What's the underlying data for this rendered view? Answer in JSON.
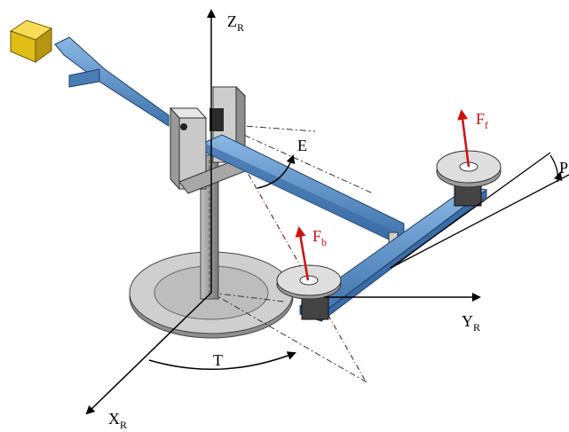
{
  "labels": {
    "z_axis": {
      "main": "Z",
      "sub": "R"
    },
    "y_axis": {
      "main": "Y",
      "sub": "R"
    },
    "x_axis": {
      "main": "X",
      "sub": "R"
    },
    "elevation": "E",
    "travel": "T",
    "pitch_partial": "P",
    "force_front": {
      "main": "F",
      "sub": "f"
    },
    "force_back": {
      "main": "F",
      "sub": "b"
    }
  },
  "colors": {
    "force_arrow": "#cc1111",
    "beam_blue": "#5f93c8",
    "beam_dark": "#2d5a8e",
    "counterweight": "#e8c21a",
    "metal_light": "#d6d6d6",
    "metal_mid": "#a9a9a9",
    "axis": "#000000"
  }
}
